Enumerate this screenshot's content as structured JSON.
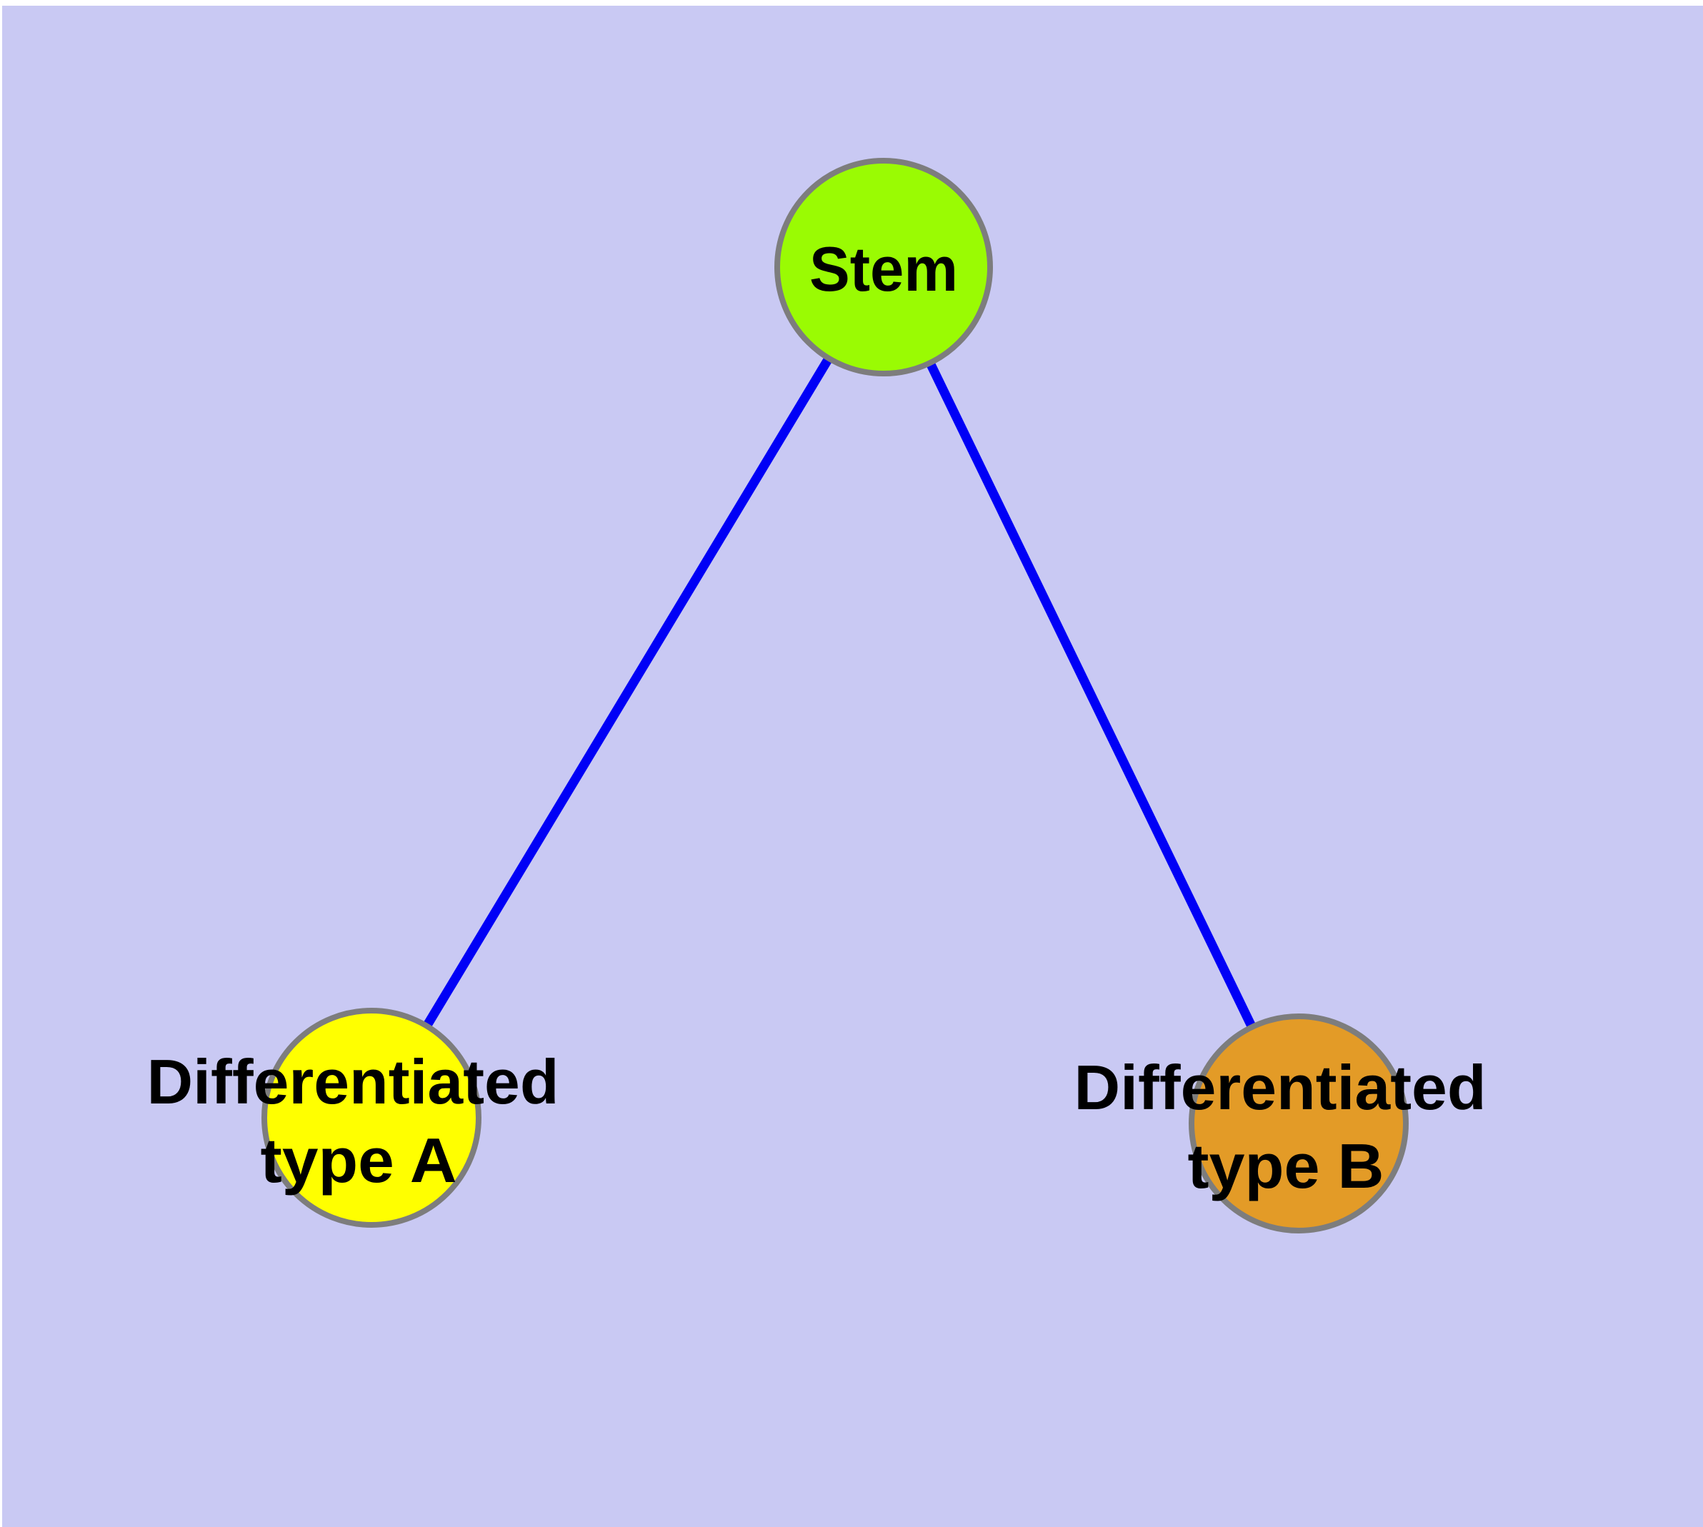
{
  "diagram": {
    "background_color": "#C9C9F3",
    "edge_color": "#0000F6",
    "node_border_color": "#7D7D7D",
    "label_color": "#000000",
    "nodes": [
      {
        "id": "stem",
        "label": "Stem",
        "fill": "#9AFB03"
      },
      {
        "id": "differentiated-type-a",
        "label_line1": "Differentiated",
        "label_line2": "type A",
        "fill": "#FFFF00"
      },
      {
        "id": "differentiated-type-b",
        "label_line1": "Differentiated",
        "label_line2": "type B",
        "fill": "#E39B27"
      }
    ],
    "edges": [
      {
        "from": "Stem",
        "to": "Differentiated type A"
      },
      {
        "from": "Stem",
        "to": "Differentiated type B"
      }
    ]
  }
}
